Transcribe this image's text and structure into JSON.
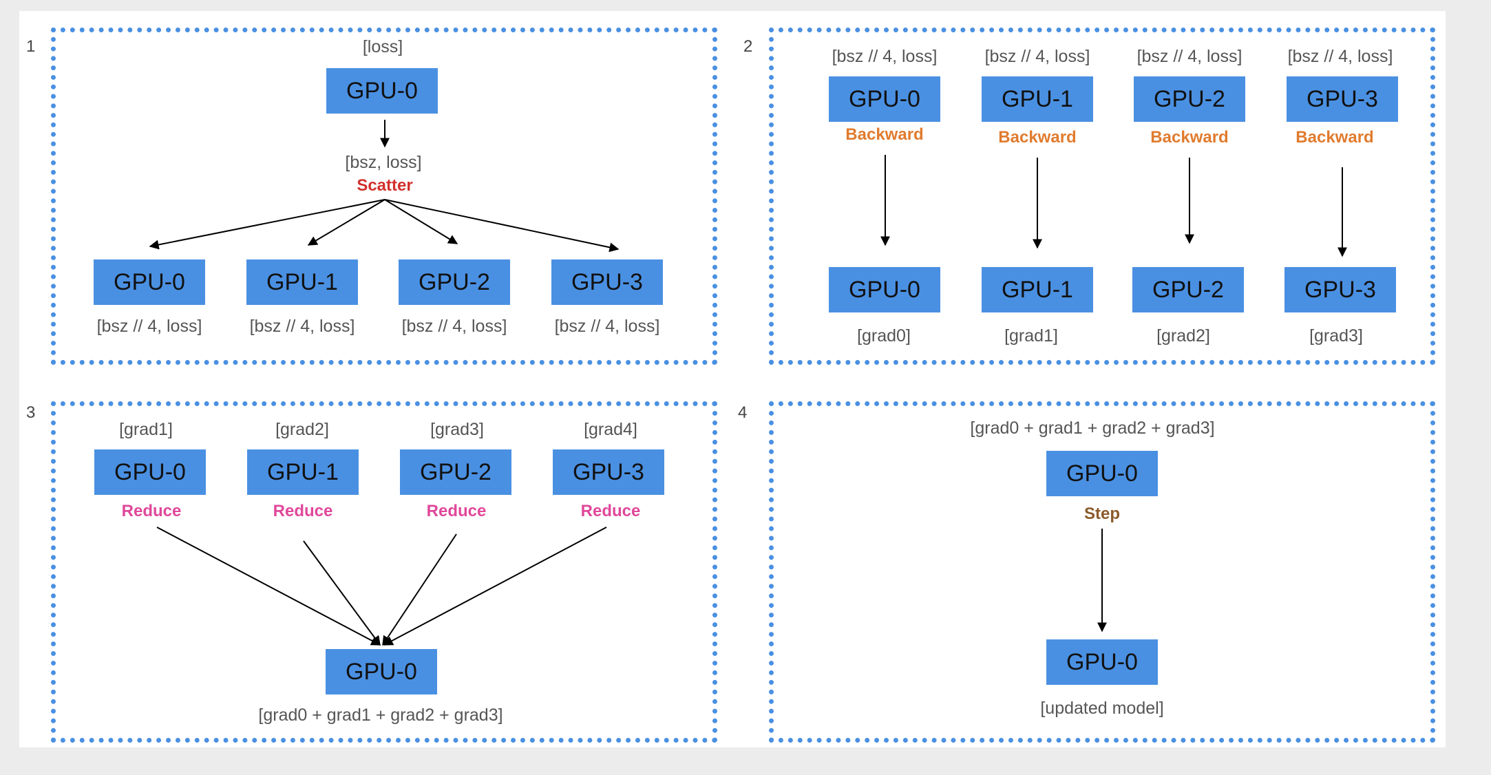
{
  "colors": {
    "gpu_fill": "#4a90e2",
    "panel_border": "#4a90e2",
    "scatter": "#d0312d",
    "backward": "#e07b2e",
    "reduce": "#e0489a",
    "step": "#8b5a2b"
  },
  "panels": [
    {
      "number": "1",
      "top_label": "[loss]",
      "top_gpu": "GPU-0",
      "mid_label": "[bsz, loss]",
      "operation": "Scatter",
      "gpus": [
        "GPU-0",
        "GPU-1",
        "GPU-2",
        "GPU-3"
      ],
      "bottom_labels": [
        "[bsz // 4, loss]",
        "[bsz // 4, loss]",
        "[bsz // 4, loss]",
        "[bsz // 4, loss]"
      ]
    },
    {
      "number": "2",
      "top_labels": [
        "[bsz // 4, loss]",
        "[bsz // 4, loss]",
        "[bsz // 4, loss]",
        "[bsz // 4, loss]"
      ],
      "top_gpus": [
        "GPU-0",
        "GPU-1",
        "GPU-2",
        "GPU-3"
      ],
      "operation": "Backward",
      "bottom_gpus": [
        "GPU-0",
        "GPU-1",
        "GPU-2",
        "GPU-3"
      ],
      "bottom_labels": [
        "[grad0]",
        "[grad1]",
        "[grad2]",
        "[grad3]"
      ]
    },
    {
      "number": "3",
      "top_labels": [
        "[grad1]",
        "[grad2]",
        "[grad3]",
        "[grad4]"
      ],
      "gpus": [
        "GPU-0",
        "GPU-1",
        "GPU-2",
        "GPU-3"
      ],
      "operation": "Reduce",
      "bottom_gpu": "GPU-0",
      "bottom_label": "[grad0 + grad1 + grad2 + grad3]"
    },
    {
      "number": "4",
      "top_label": "[grad0 + grad1 + grad2 + grad3]",
      "top_gpu": "GPU-0",
      "operation": "Step",
      "bottom_gpu": "GPU-0",
      "bottom_label": "[updated model]"
    }
  ]
}
